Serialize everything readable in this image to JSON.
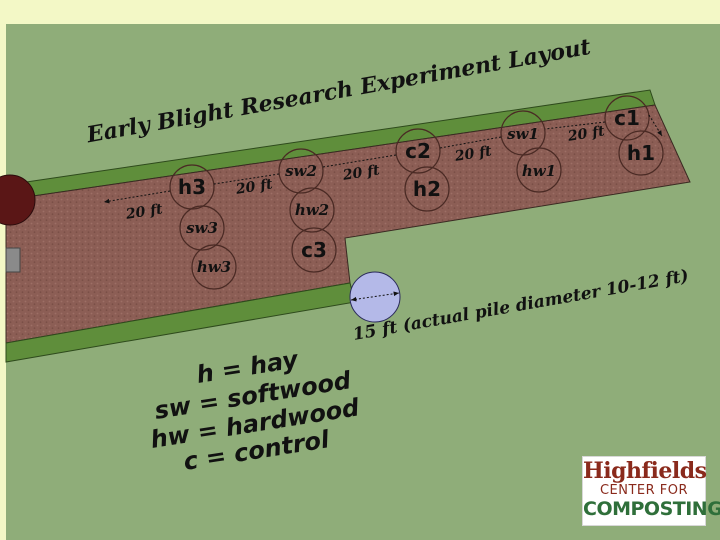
{
  "diagram": {
    "title": "Early Blight Research Experiment Layout",
    "colors": {
      "background": "#8fad79",
      "frame": "#f3f8c6",
      "aisle": "#8c5e55",
      "border_strip": "#5f8e3b",
      "pile_outline": "#4a2a24",
      "sample_pile": "#b4b9e8",
      "end_pile": "#5a1616"
    },
    "piles": [
      {
        "label": "c1",
        "style": "sans"
      },
      {
        "label": "h1",
        "style": "sans"
      },
      {
        "label": "sw1",
        "style": "italic"
      },
      {
        "label": "hw1",
        "style": "italic"
      },
      {
        "label": "c2",
        "style": "sans"
      },
      {
        "label": "h2",
        "style": "sans"
      },
      {
        "label": "sw2",
        "style": "italic"
      },
      {
        "label": "hw2",
        "style": "italic"
      },
      {
        "label": "c3",
        "style": "sans"
      },
      {
        "label": "h3",
        "style": "sans"
      },
      {
        "label": "sw3",
        "style": "italic"
      },
      {
        "label": "hw3",
        "style": "italic"
      }
    ],
    "spacings": [
      "20 ft",
      "20 ft",
      "20 ft",
      "20 ft",
      "20 ft"
    ],
    "pile_size_note": "15 ft (actual pile diameter 10-12 ft)",
    "legend": [
      "h = hay",
      "sw = softwood",
      "hw = hardwood",
      "c = control"
    ]
  },
  "logo": {
    "line1": "Highfields",
    "line2": "CENTER FOR",
    "line3": "COMPOSTING",
    "colors": {
      "line1": "#8a2a1c",
      "line2": "#8a2a1c",
      "line3": "#2f6f3a"
    }
  }
}
